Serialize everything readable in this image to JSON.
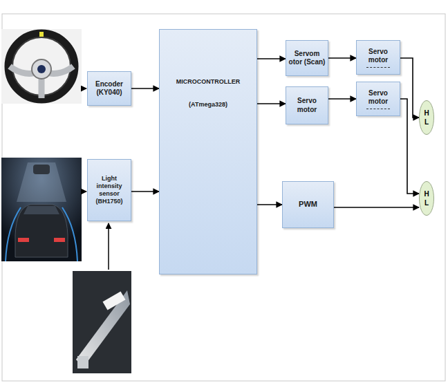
{
  "diagram": {
    "nodes": [
      {
        "text": [
          "Encoder (KY040)"
        ]
      },
      {
        "text": [
          "Light intensity sensor (BH1750)"
        ]
      },
      {
        "text": [
          "MICROCONTROLLER",
          "(ATmega328)"
        ]
      },
      {
        "text": [
          "Servom otor (Scan)"
        ]
      },
      {
        "text": [
          "Servo motor"
        ]
      },
      {
        "text": [
          "Servo motor"
        ]
      },
      {
        "text": [
          "Servo motor"
        ]
      },
      {
        "text": [
          "PWM"
        ]
      },
      {
        "text": [
          "H L"
        ]
      },
      {
        "text": [
          "H L"
        ]
      }
    ],
    "edges": [
      {
        "from": 0,
        "to": 2,
        "arrow": "to"
      },
      {
        "from": 1,
        "to": 2,
        "arrow": "to"
      },
      {
        "from": 2,
        "to": 3,
        "arrow": "to"
      },
      {
        "from": 2,
        "to": 5,
        "arrow": "to"
      },
      {
        "from": 2,
        "to": 7,
        "arrow": "to"
      },
      {
        "from": 3,
        "to": 4,
        "arrow": "to"
      },
      {
        "from": 5,
        "to": 6,
        "arrow": "to"
      },
      {
        "from": 4,
        "to": 8,
        "arrow": "to"
      },
      {
        "from": 6,
        "to": 9,
        "arrow": "to"
      },
      {
        "from": 7,
        "to": 9,
        "arrow": "to"
      }
    ]
  }
}
